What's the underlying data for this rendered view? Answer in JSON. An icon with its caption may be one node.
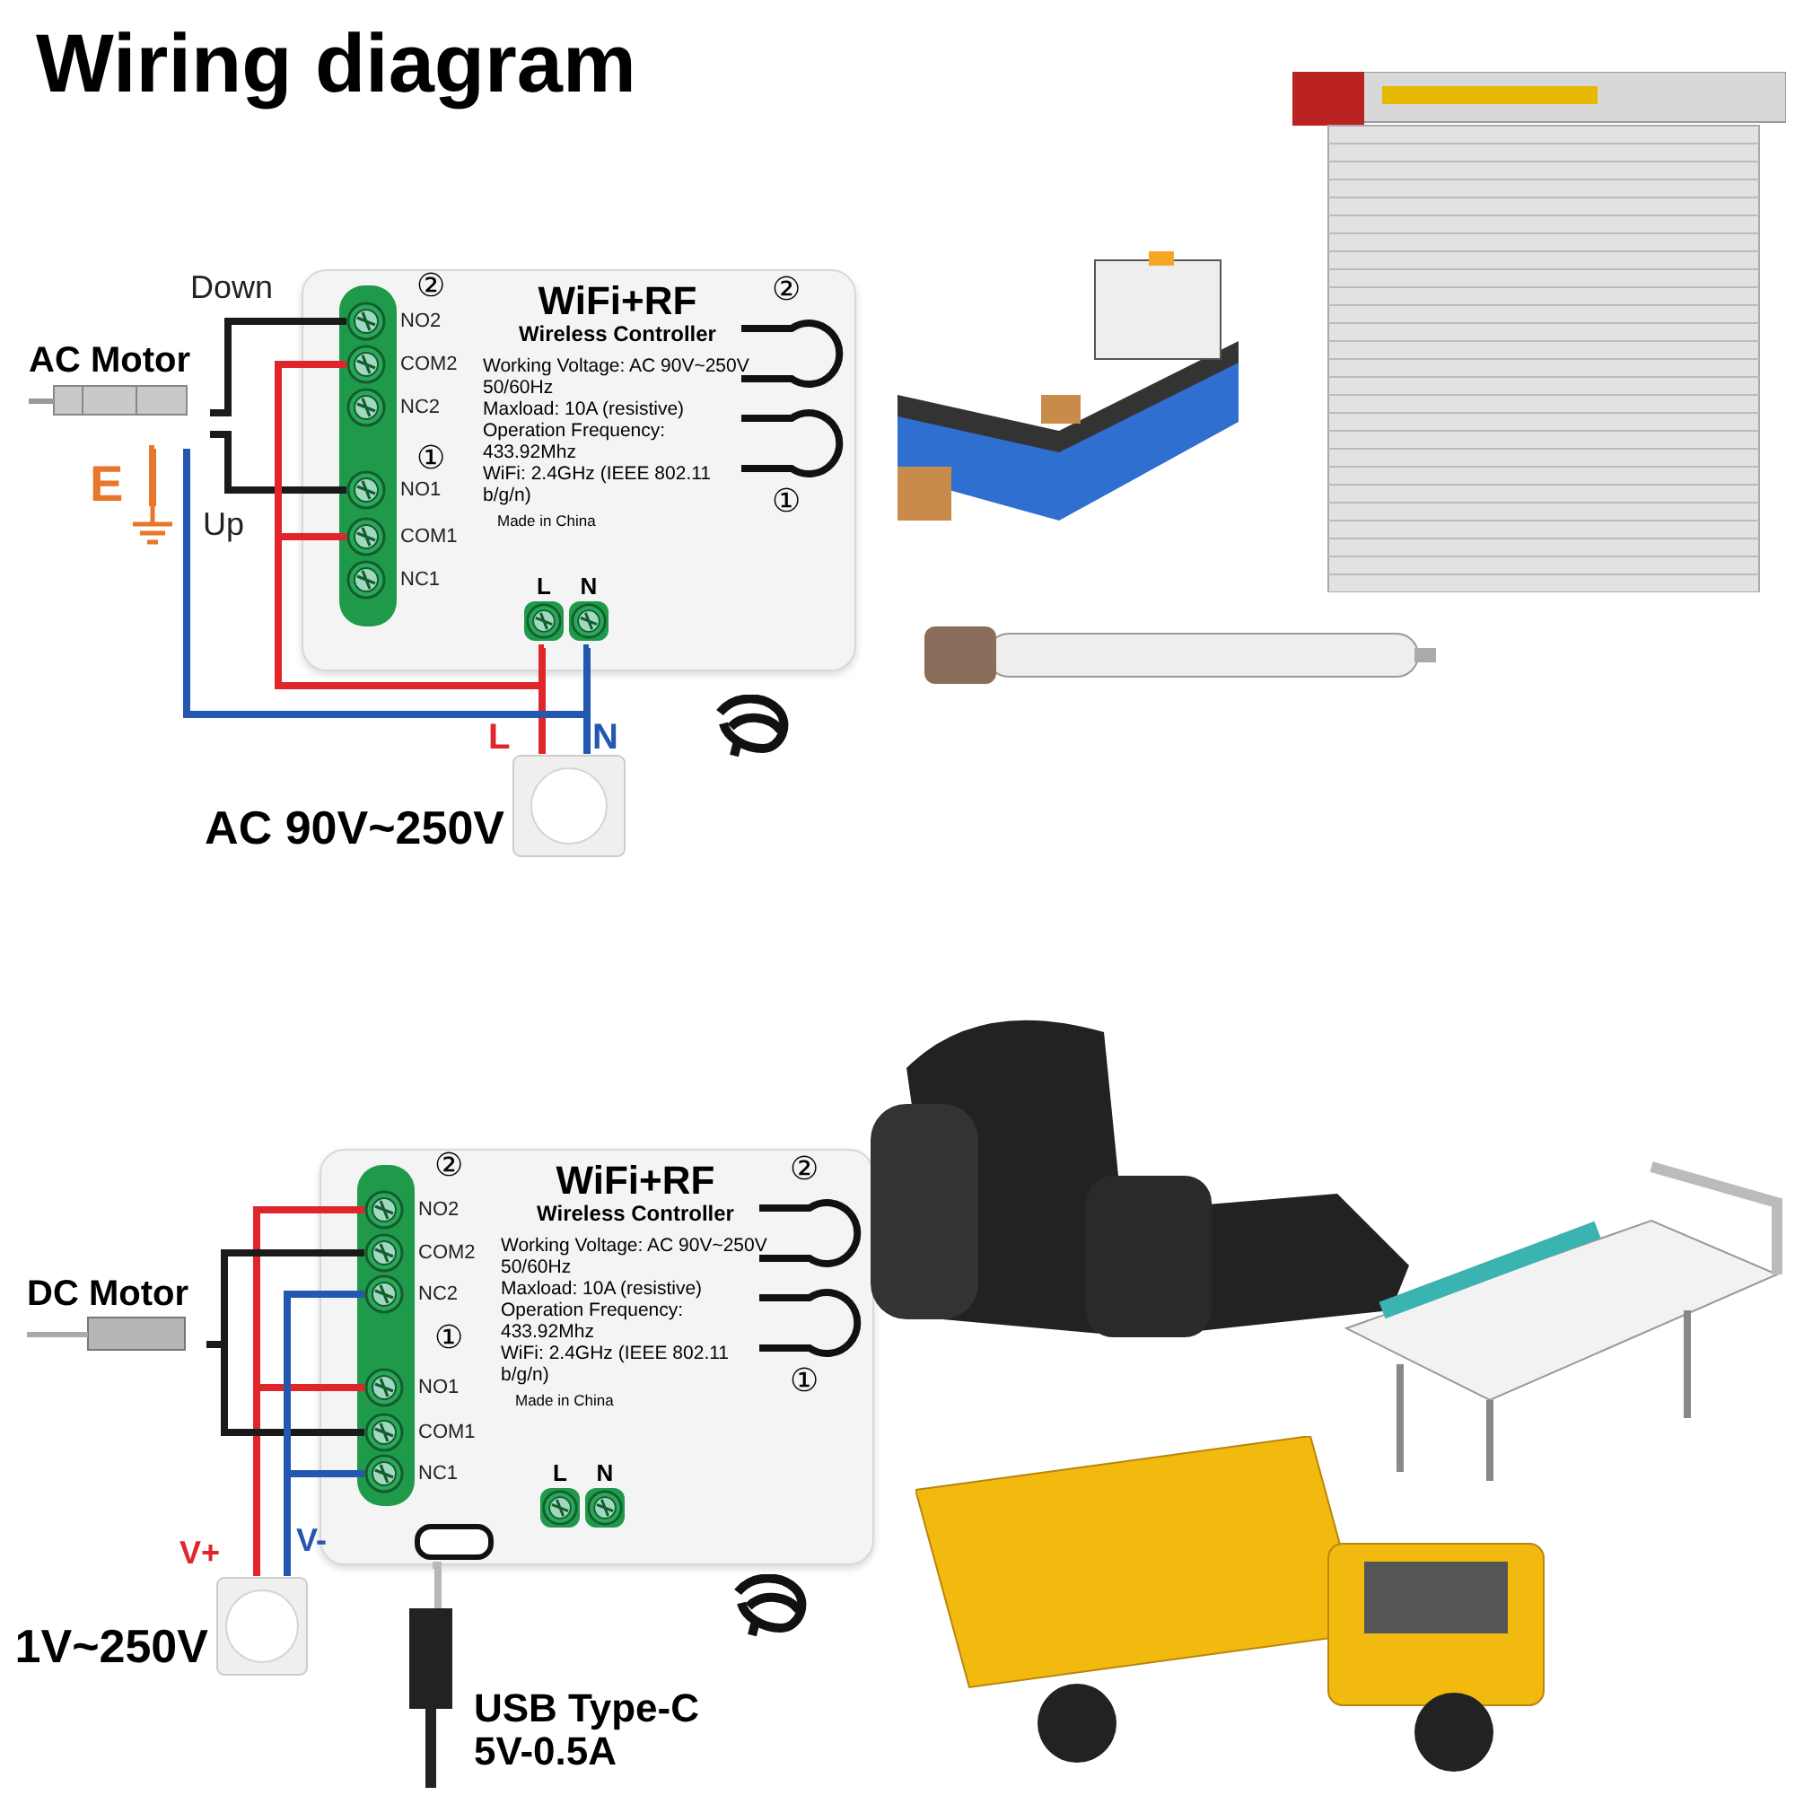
{
  "diagram": {
    "title": "Wiring diagram",
    "nodes": [
      {
        "text": [
          "WiFi+RF",
          "Wireless Controller",
          "Working Voltage: AC 90V~250V 50/60Hz",
          "Maxload: 10A (resistive)",
          "Operation Frequency: 433.92Mhz",
          "WiFi: 2.4GHz (IEEE 802.11 b/g/n)",
          "Made in China"
        ]
      },
      {
        "text": [
          "NO2"
        ],
        "in": 0
      },
      {
        "text": [
          "COM2"
        ],
        "in": 0
      },
      {
        "text": [
          "NC2"
        ],
        "in": 0
      },
      {
        "text": [
          "NO1"
        ],
        "in": 0
      },
      {
        "text": [
          "COM1"
        ],
        "in": 0
      },
      {
        "text": [
          "NC1"
        ],
        "in": 0
      },
      {
        "text": [
          "L"
        ],
        "in": 0
      },
      {
        "text": [
          "N"
        ],
        "in": 0
      },
      {
        "text": [
          "AC Motor"
        ]
      },
      {
        "text": [],
        "shape": "picture",
        "beside": [
          "E"
        ]
      },
      {
        "text": [],
        "shape": "picture",
        "beside": [
          "AC 90V~250V"
        ]
      },
      {
        "text": [
          "WiFi+RF",
          "Wireless Controller",
          "Working Voltage: AC 90V~250V 50/60Hz",
          "Maxload: 10A (resistive)",
          "Operation Frequency: 433.92Mhz",
          "WiFi: 2.4GHz (IEEE 802.11 b/g/n)",
          "Made in China"
        ]
      },
      {
        "text": [
          "NO2"
        ],
        "in": 12
      },
      {
        "text": [
          "COM2"
        ],
        "in": 12
      },
      {
        "text": [
          "NC2"
        ],
        "in": 12
      },
      {
        "text": [
          "NO1"
        ],
        "in": 12
      },
      {
        "text": [
          "COM1"
        ],
        "in": 12
      },
      {
        "text": [
          "NC1"
        ],
        "in": 12
      },
      {
        "text": [
          "L"
        ],
        "in": 12
      },
      {
        "text": [
          "N"
        ],
        "in": 12
      },
      {
        "text": [
          "DC Motor"
        ]
      },
      {
        "text": [],
        "shape": "picture",
        "beside": [
          "1V~250V"
        ]
      },
      {
        "text": [
          "USB Type-C 5V-0.5A"
        ]
      }
    ],
    "edges": [
      {
        "from": 9,
        "to": 1,
        "arrow": "none",
        "label": "Down",
        "color": "#1a1a1a"
      },
      {
        "from": 9,
        "to": 4,
        "arrow": "none",
        "label": "Up",
        "color": "#1a1a1a"
      },
      {
        "from": 2,
        "to": 11,
        "arrow": "none",
        "color": "#e0252b"
      },
      {
        "from": 5,
        "to": 11,
        "arrow": "none",
        "color": "#e0252b"
      },
      {
        "from": 7,
        "to": 11,
        "arrow": "none",
        "label": "L",
        "color": "#e0252b"
      },
      {
        "from": 8,
        "to": 11,
        "arrow": "none",
        "label": "N",
        "color": "#2457b0"
      },
      {
        "from": 9,
        "to": 11,
        "arrow": "none",
        "color": "#2457b0"
      },
      {
        "from": 9,
        "to": 10,
        "arrow": "none",
        "color": "#e8762b"
      },
      {
        "from": 22,
        "to": 13,
        "arrow": "none",
        "label": "V+",
        "color": "#e0252b"
      },
      {
        "from": 22,
        "to": 16,
        "arrow": "none",
        "color": "#e0252b"
      },
      {
        "from": 21,
        "to": 14,
        "arrow": "none",
        "color": "#1a1a1a"
      },
      {
        "from": 21,
        "to": 17,
        "arrow": "none",
        "color": "#1a1a1a"
      },
      {
        "from": 22,
        "to": 15,
        "arrow": "none",
        "label": "V-",
        "color": "#2457b0"
      },
      {
        "from": 22,
        "to": 18,
        "arrow": "none",
        "color": "#2457b0"
      },
      {
        "from": 12,
        "to": 23,
        "arrow": "none",
        "color": "#b8b8b8"
      }
    ],
    "labels": [
      "②",
      "①",
      "②",
      "①",
      "②",
      "①",
      "②",
      "①"
    ]
  }
}
